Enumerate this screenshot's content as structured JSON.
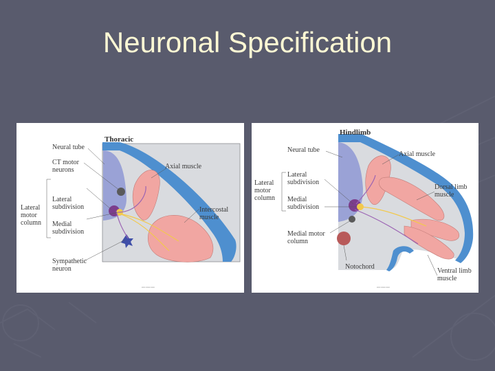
{
  "slide": {
    "title": "Neuronal Specification",
    "colors": {
      "background": "#595b6d",
      "title": "#fdf8d4",
      "neural_tube": "#9aa2d6",
      "muscle": "#f1a6a2",
      "epidermis": "#4e8fcf",
      "mesoderm": "#d9dbdf",
      "axon": "#f2c94c",
      "lateral_subdivision": "#7c3d8c",
      "notochord": "#b85a5a"
    }
  },
  "thoracic": {
    "header": "Thoracic",
    "labels": {
      "neural_tube": "Neural tube",
      "ct_motor_neurons": "CT motor\nneurons",
      "lateral_subdivision": "Lateral\nsubdivision",
      "lateral_motor_column": "Lateral\nmotor\ncolumn",
      "medial_subdivision": "Medial\nsubdivision",
      "sympathetic_neuron": "Sympathetic\nneuron",
      "axial_muscle": "Axial muscle",
      "intercostal_muscle": "Intercostal\nmuscle"
    }
  },
  "hindlimb": {
    "header": "Hindlimb",
    "labels": {
      "neural_tube": "Neural tube",
      "lateral_subdivision": "Lateral\nsubdivision",
      "lateral_motor_column": "Lateral\nmotor\ncolumn",
      "medial_subdivision": "Medial\nsubdivision",
      "medial_motor_column": "Medial motor\ncolumn",
      "notochord": "Notochord",
      "axial_muscle": "Axial muscle",
      "dorsal_limb_muscle": "Dorsal limb\nmuscle",
      "ventral_limb_muscle": "Ventral limb\nmuscle"
    }
  }
}
